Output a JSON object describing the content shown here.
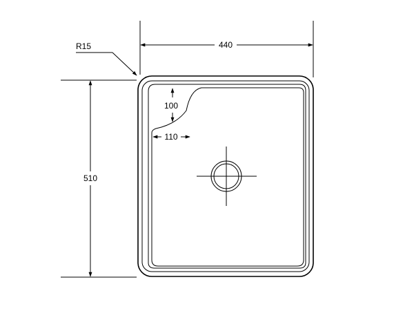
{
  "diagram": {
    "line_color": "#000000",
    "background": "#ffffff",
    "labels": {
      "radius": "R15",
      "width": "440",
      "height": "510",
      "corner_height": "100",
      "corner_width": "110"
    }
  }
}
